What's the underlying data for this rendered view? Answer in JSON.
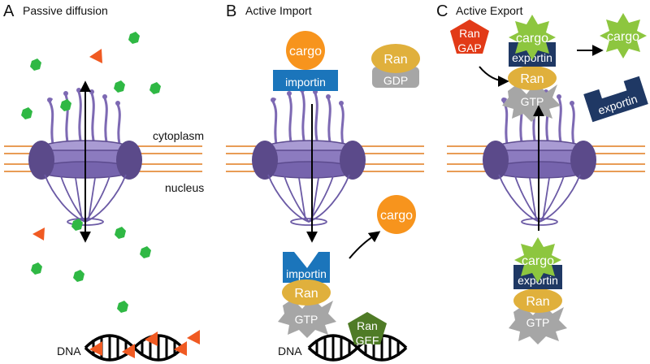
{
  "panels": [
    {
      "letter": "A",
      "title": "Passive diffusion"
    },
    {
      "letter": "B",
      "title": "Active Import"
    },
    {
      "letter": "C",
      "title": "Active Export"
    }
  ],
  "labels": {
    "cytoplasm": "cytoplasm",
    "nucleus": "nucleus",
    "dna": "DNA"
  },
  "molecules": {
    "cargo": "cargo",
    "importin": "importin",
    "exportin": "exportin",
    "ran": "Ran",
    "gdp": "GDP",
    "gtp": "GTP",
    "gap": "GAP",
    "gef": "GEF"
  },
  "colors": {
    "green_particle": "#2fb844",
    "red_particle": "#f05a22",
    "cargo_orange": "#f7941d",
    "importin_blue": "#1b75bb",
    "exportin_navy": "#1f3864",
    "ran_gold": "#e0b03c",
    "gtp_gray": "#a6a6a6",
    "star_green": "#8dc63f",
    "gap_red": "#e23a17",
    "gef_green": "#4f7b26",
    "pore_purple": "#8c7bbf",
    "membrane_orange": "#e07b1f"
  }
}
